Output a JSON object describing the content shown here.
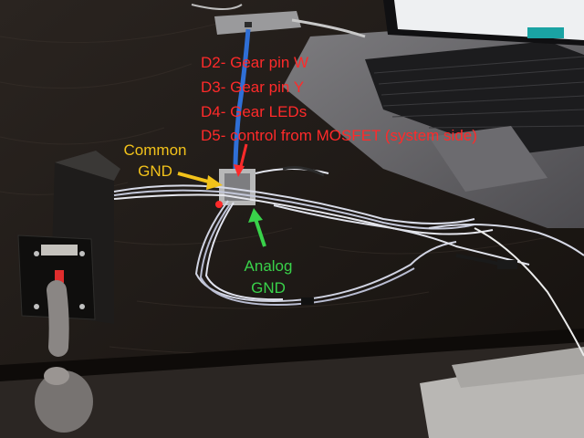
{
  "annotations": {
    "pin_lines": [
      "D2- Gear pin W",
      "D3- Gear pin Y",
      "D4- Gear LEDs",
      "D5- control from MOSFET (system side)"
    ],
    "common_gnd": [
      "Common",
      "GND"
    ],
    "analog_gnd": [
      "Analog",
      "GND"
    ]
  },
  "colors": {
    "pin_label": "#ff2a2a",
    "common_gnd_label": "#f2c21a",
    "analog_gnd_label": "#39d24a"
  }
}
